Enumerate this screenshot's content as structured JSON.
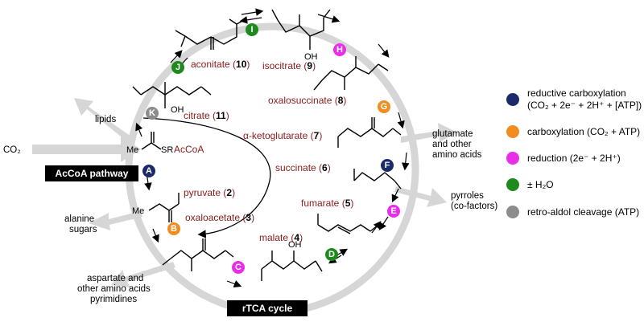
{
  "compounds": {
    "aconitate": {
      "name": "aconitate",
      "num": "10"
    },
    "isocitrate": {
      "name": "isocitrate",
      "num": "9"
    },
    "oxalosuccinate": {
      "name": "oxalosuccinate",
      "num": "8"
    },
    "citrate": {
      "name": "citrate",
      "num": "11"
    },
    "ketoglutarate": {
      "name": "α-ketoglutarate",
      "num": "7"
    },
    "acetylcoa": {
      "name": "AcCoA"
    },
    "succinate": {
      "name": "succinate",
      "num": "6"
    },
    "pyruvate": {
      "name": "pyruvate",
      "num": "2"
    },
    "fumarate": {
      "name": "fumarate",
      "num": "5"
    },
    "oxaloacetate": {
      "name": "oxaloacetate",
      "num": "3"
    },
    "malate": {
      "name": "malate",
      "num": "4"
    }
  },
  "chem_text": {
    "sr": "SR",
    "me": "Me",
    "me2": "Me",
    "oh": "OH",
    "co2": "CO₂"
  },
  "steps": [
    {
      "letter": "A",
      "color": "#1b2a6b",
      "type": "reductive carboxylation"
    },
    {
      "letter": "B",
      "color": "#f28c1f",
      "type": "carboxylation"
    },
    {
      "letter": "C",
      "color": "#e82ee8",
      "type": "reduction"
    },
    {
      "letter": "D",
      "color": "#1e8a1e",
      "type": "hydration"
    },
    {
      "letter": "E",
      "color": "#e82ee8",
      "type": "reduction"
    },
    {
      "letter": "F",
      "color": "#1b2a6b",
      "type": "reductive carboxylation"
    },
    {
      "letter": "G",
      "color": "#f28c1f",
      "type": "carboxylation"
    },
    {
      "letter": "H",
      "color": "#e82ee8",
      "type": "reduction"
    },
    {
      "letter": "I",
      "color": "#1e8a1e",
      "type": "hydration"
    },
    {
      "letter": "J",
      "color": "#1e8a1e",
      "type": "hydration"
    },
    {
      "letter": "K",
      "color": "#8c8c8c",
      "type": "retro-aldol"
    }
  ],
  "side_products": {
    "lipids": "lipids",
    "glutamate": [
      "glutamate",
      "and other",
      "amino acids"
    ],
    "pyrroles": [
      "pyrroles",
      "(co-factors)"
    ],
    "alanine": [
      "alanine",
      "sugars"
    ],
    "aspartate": [
      "aspartate and",
      "other amino acids",
      "pyrimidines"
    ]
  },
  "labels": {
    "acoa_pathway": "AcCoA pathway",
    "rtca_cycle": "rTCA cycle"
  },
  "legend": [
    {
      "color": "#1b2a6b",
      "lines": [
        "reductive carboxylation",
        "(CO₂ + 2e⁻ + 2H⁺ + [ATP])"
      ]
    },
    {
      "color": "#f28c1f",
      "lines": [
        "carboxylation (CO₂ + ATP)"
      ]
    },
    {
      "color": "#e82ee8",
      "lines": [
        "reduction (2e⁻ + 2H⁺)"
      ]
    },
    {
      "color": "#1e8a1e",
      "lines": [
        "± H₂O"
      ]
    },
    {
      "color": "#8c8c8c",
      "lines": [
        "retro-aldol cleavage (ATP)"
      ]
    }
  ]
}
